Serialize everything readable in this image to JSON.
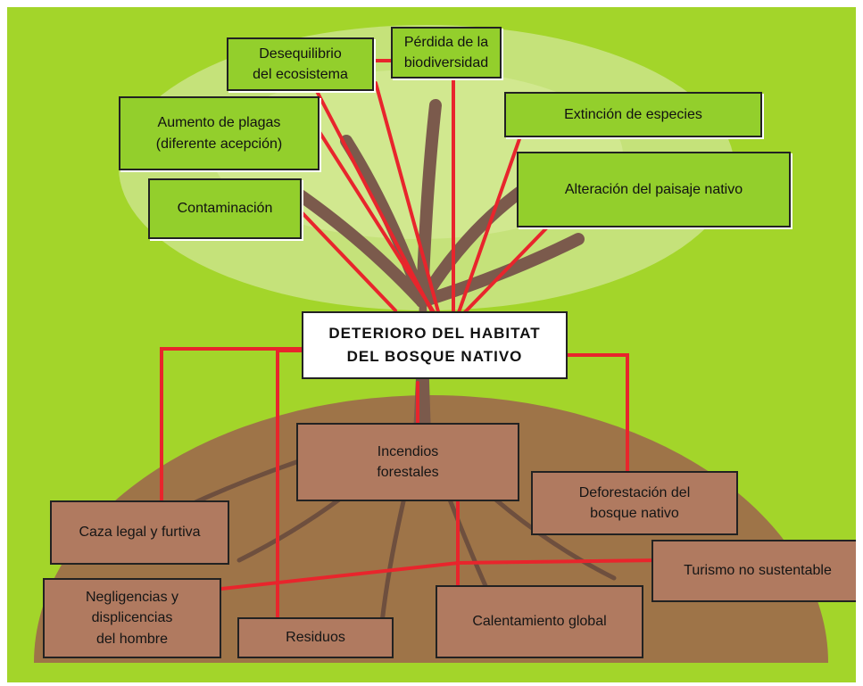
{
  "diagram": {
    "center": {
      "line1": "DETERIORO DEL HABITAT",
      "line2": "DEL  BOSQUE  NATIVO"
    },
    "effects": {
      "desequilibrio": [
        "Desequilibrio",
        "del  ecosistema"
      ],
      "perdida": [
        "Pérdida de la",
        "biodiversidad"
      ],
      "plagas": [
        "Aumento de plagas",
        "(diferente acepción)"
      ],
      "extincion": "Extinción de especies",
      "alteracion": "Alteración del paisaje nativo",
      "contaminacion": "Contaminación"
    },
    "causes": {
      "incendios": [
        "Incendios",
        "forestales"
      ],
      "deforestacion": [
        "Deforestación  del",
        "bosque   nativo"
      ],
      "caza": "Caza legal y furtiva",
      "turismo": "Turismo no sustentable",
      "negligencias": [
        "Negligencias  y",
        "displicencias",
        "del  hombre"
      ],
      "residuos": "Residuos",
      "calentamiento": "Calentamiento global"
    }
  },
  "colors": {
    "background": "#a3d52a",
    "crown": "#c5e27a",
    "soil": "#9e7448",
    "branch": "#7b5a4c",
    "connector": "#e8252c",
    "effect_box": "#93cf2c",
    "cause_box": "#b07a60"
  }
}
